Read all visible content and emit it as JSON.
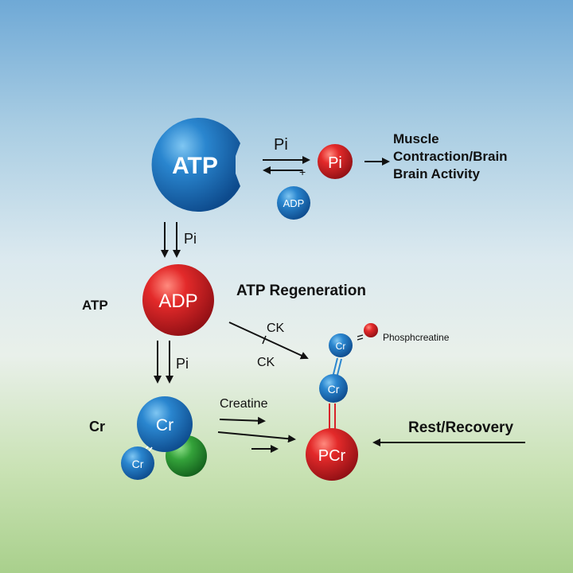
{
  "molecules": {
    "atp_large": "ATP",
    "pi_small": "Pi",
    "adp_small": "ADP",
    "adp_large": "ADP",
    "cr_large": "Cr",
    "cr_small": "Cr",
    "cr_chain_top": "Cr",
    "cr_chain_mid": "Cr",
    "pcr": "PCr"
  },
  "labels": {
    "pi_top_arrow": "Pi",
    "plus": "+",
    "muscle_line1": "Muscle",
    "muscle_line2": "Contraction/Brain",
    "muscle_line3": "Brain Activity",
    "pi_down1": "Pi",
    "pi_down2": "Pi",
    "atp_left": "ATP",
    "atp_regeneration": "ATP Regeneration",
    "ck_top": "CK",
    "ck_bottom": "CK",
    "phosphocreatine": "Phosphcreatine",
    "cr_left": "Cr",
    "creatine": "Creatine",
    "rest_recovery": "Rest/Recovery"
  },
  "colors": {
    "blue": "#1f6fbf",
    "red": "#d8232a",
    "green": "#2f9a3a",
    "text": "#111111"
  }
}
